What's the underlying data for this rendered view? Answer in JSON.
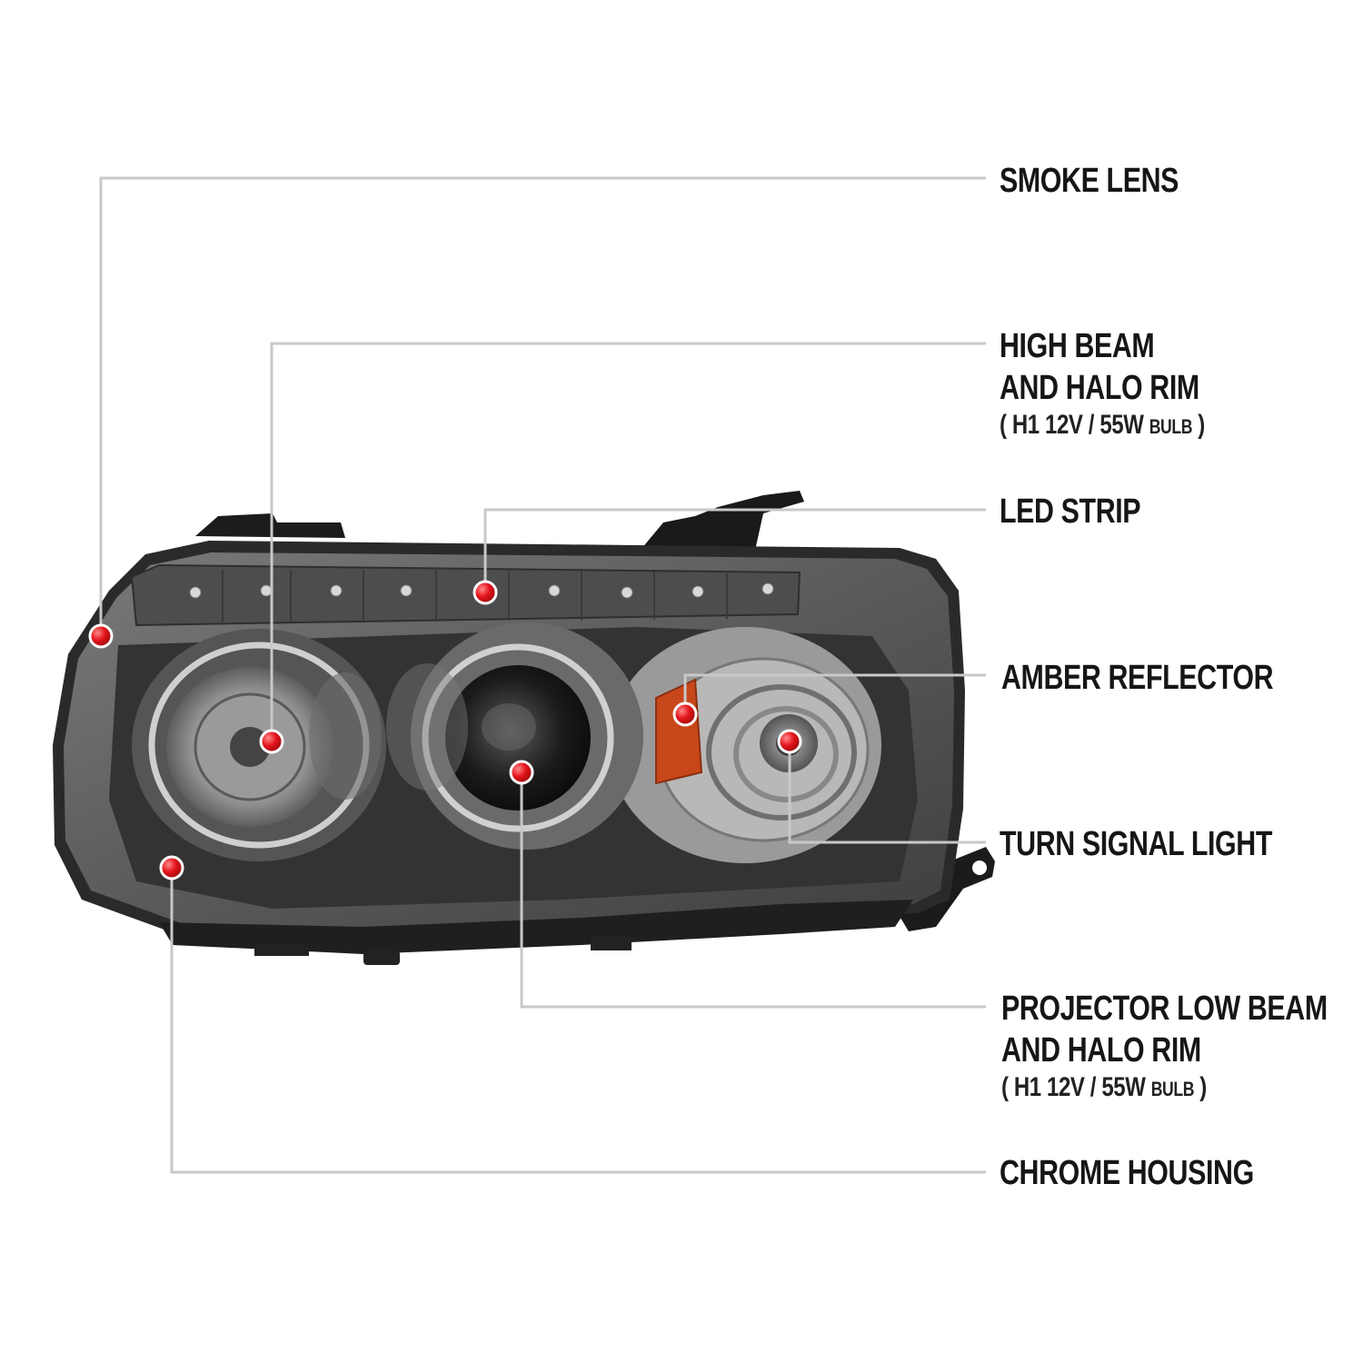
{
  "colors": {
    "leader_line": "#c8c8c8",
    "dot": "#e3141b",
    "text": "#161616",
    "housing": "#5d5d5d",
    "amber": "#c8471a"
  },
  "callouts": {
    "smoke_lens": {
      "text": "SMOKE LENS"
    },
    "high_beam": {
      "line1": "HIGH BEAM",
      "line2": "AND HALO RIM",
      "spec_open": "( H1  12V / 55W",
      "spec_bulb": "BULB",
      "spec_close": ")"
    },
    "led_strip": {
      "text": "LED STRIP"
    },
    "amber_reflector": {
      "text": "AMBER REFLECTOR"
    },
    "turn_signal": {
      "text": "TURN SIGNAL LIGHT"
    },
    "projector_low_beam": {
      "line1": "PROJECTOR LOW BEAM",
      "line2": "AND HALO RIM",
      "spec_open": "( H1  12V / 55W",
      "spec_bulb": "BULB",
      "spec_close": ")"
    },
    "chrome_housing": {
      "text": "CHROME HOUSING"
    }
  }
}
